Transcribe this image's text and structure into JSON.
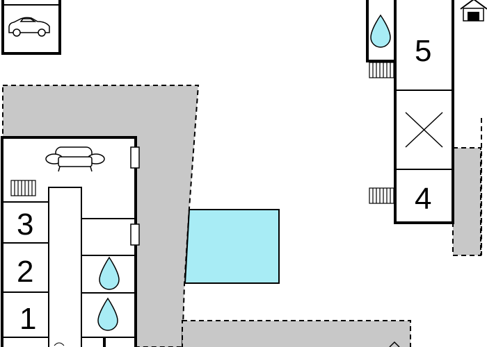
{
  "rooms": {
    "ground": [
      "1",
      "2",
      "3"
    ],
    "annex_upper": "5",
    "annex_lower": "4"
  },
  "colors": {
    "terrace": "#c8c8c8",
    "pool": "#a8ecf5",
    "water": "#a8ecf5",
    "wall": "#000000",
    "background": "#ffffff"
  },
  "symbols": [
    "car-icon",
    "sofa-icon",
    "water-drop-icon",
    "radiator-icon",
    "house-icon",
    "cross-mark",
    "window-mark"
  ]
}
